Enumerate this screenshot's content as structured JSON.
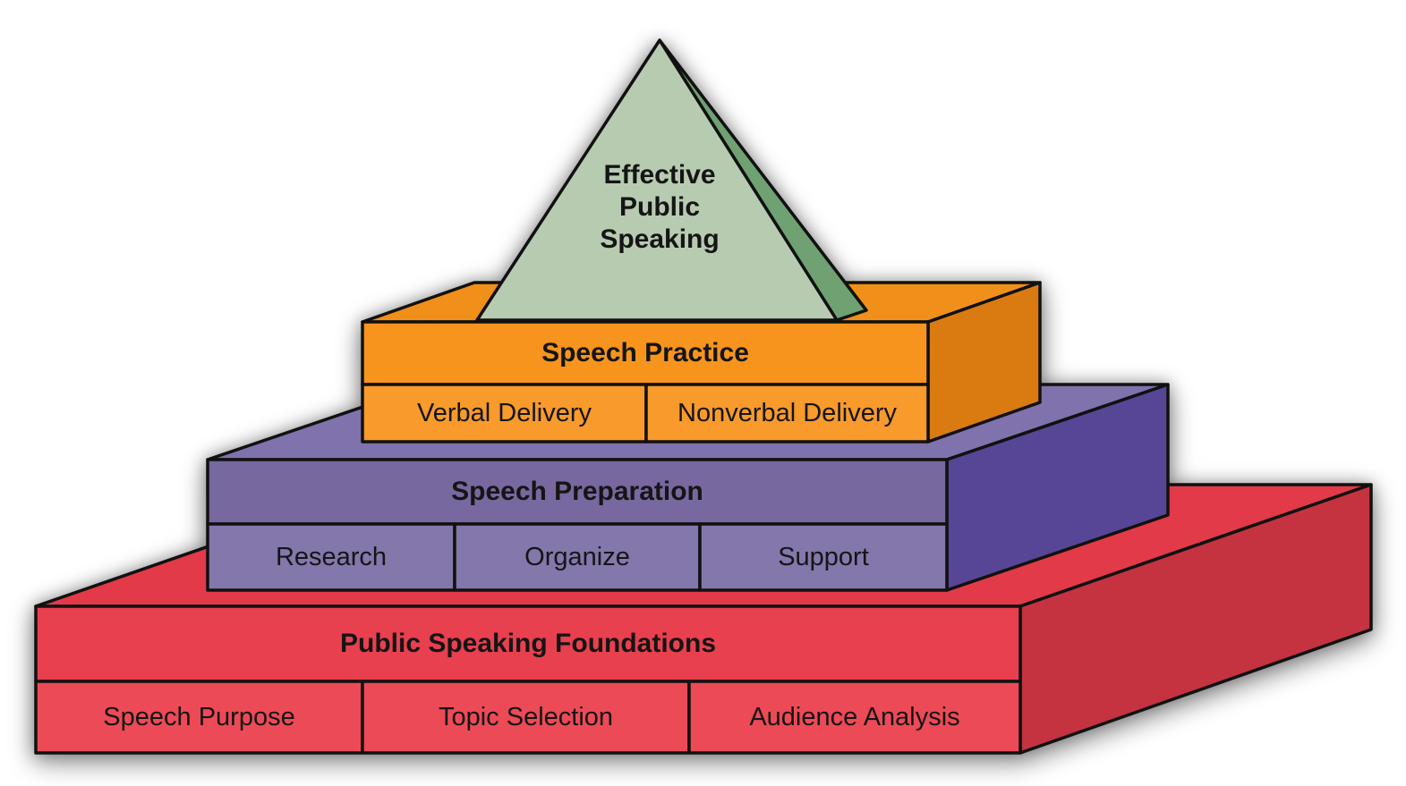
{
  "pyramid": {
    "label": "Effective\nPublic\nSpeaking"
  },
  "layers": [
    {
      "title": "Speech Practice",
      "cells": [
        "Verbal Delivery",
        "Nonverbal Delivery"
      ]
    },
    {
      "title": "Speech Preparation",
      "cells": [
        "Research",
        "Organize",
        "Support"
      ]
    },
    {
      "title": "Public Speaking Foundations",
      "cells": [
        "Speech Purpose",
        "Topic Selection",
        "Audience Analysis"
      ]
    }
  ],
  "colors": {
    "outline": "#111111",
    "red_top": "#E23A48",
    "red_side": "#C53340",
    "red_title": "#E8404E",
    "red_cell": "#EC4A56",
    "purple_top": "#8072AC",
    "purple_side": "#564695",
    "purple_title": "#77689F",
    "purple_cell": "#8377AB",
    "orange_top": "#F18F1B",
    "orange_side": "#DA7B12",
    "orange_title": "#F7941E",
    "orange_cell": "#F89A2C",
    "green_front": "#B7CBB1",
    "green_side": "#6FA173"
  }
}
